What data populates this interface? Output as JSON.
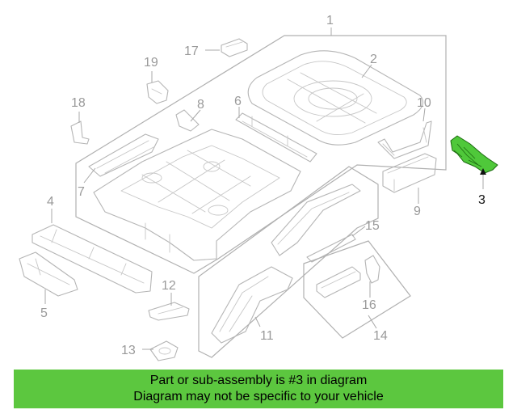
{
  "diagram": {
    "callouts": {
      "c1": "1",
      "c2": "2",
      "c3": "3",
      "c4": "4",
      "c5": "5",
      "c6": "6",
      "c7": "7",
      "c8": "8",
      "c9": "9",
      "c10": "10",
      "c11": "11",
      "c12": "12",
      "c13": "13",
      "c14": "14",
      "c15": "15",
      "c16": "16",
      "c17": "17",
      "c18": "18",
      "c19": "19"
    },
    "highlighted_part": "3",
    "colors": {
      "highlight": "#4fc83a",
      "banner": "#5cc73f",
      "lines": "#b5b5b5"
    }
  },
  "banner": {
    "line1": "Part or sub-assembly is #3 in diagram",
    "line2": "Diagram may not be specific to your vehicle"
  }
}
